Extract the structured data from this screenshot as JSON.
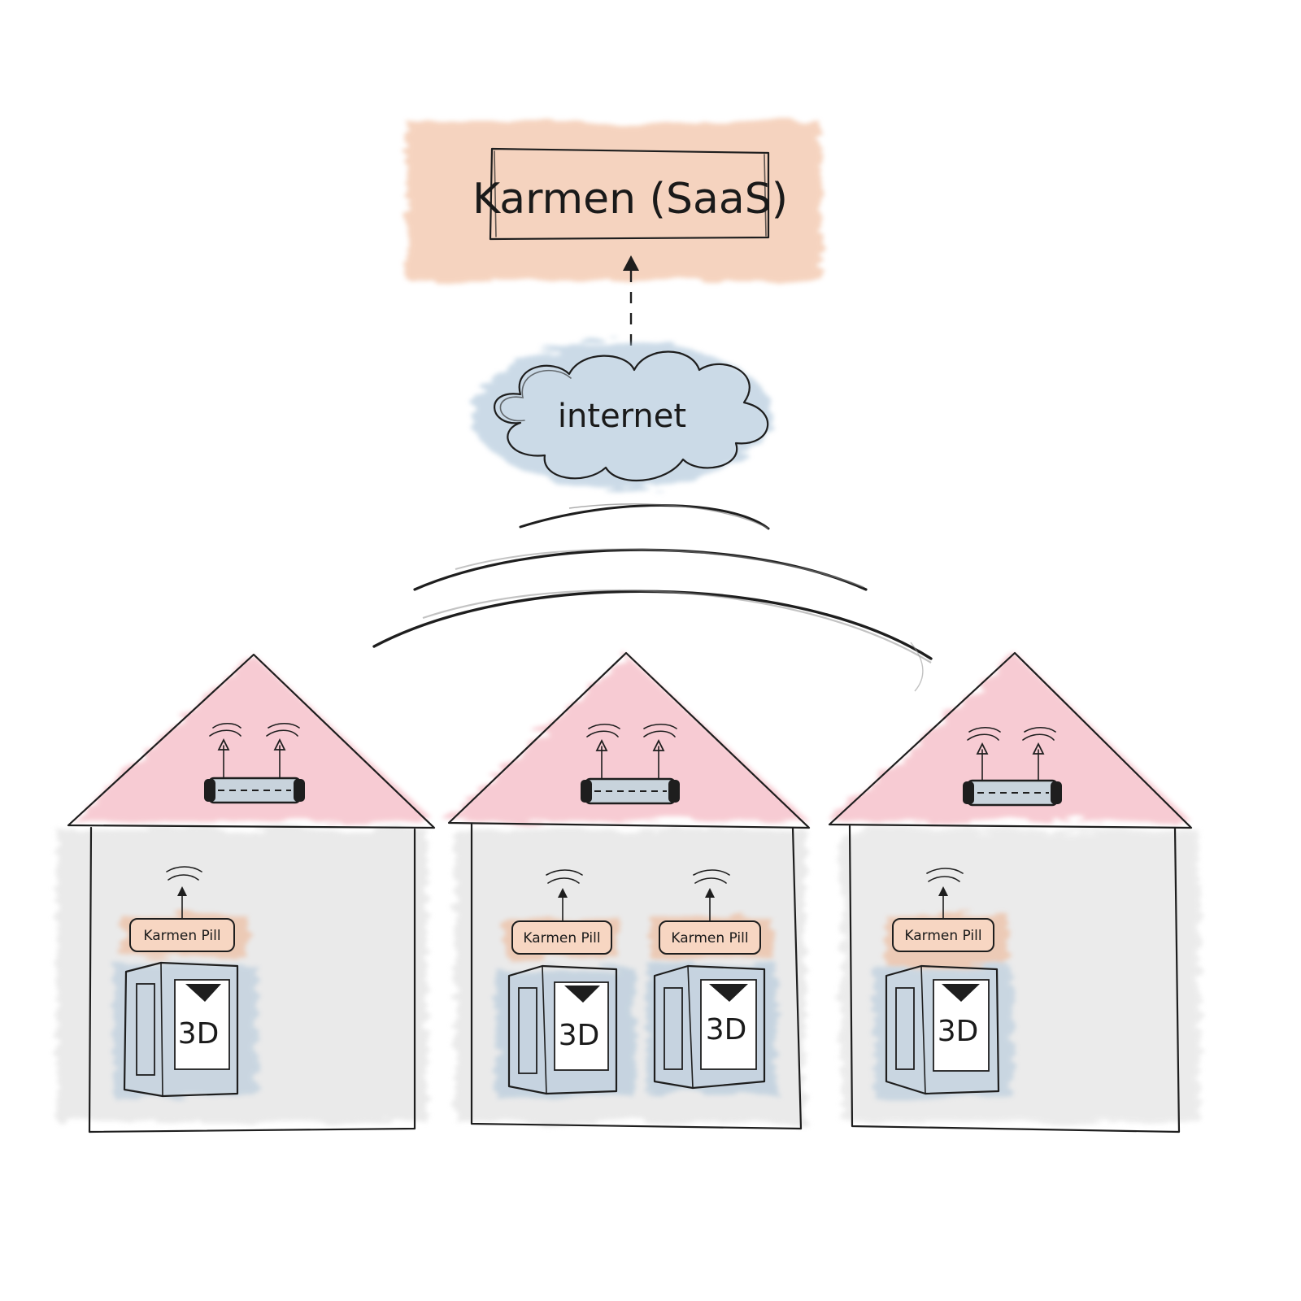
{
  "diagram": {
    "saas_label": "Karmen (SaaS)",
    "cloud_label": "internet",
    "pill_label": "Karmen Pill",
    "printer_label": "3D",
    "colors": {
      "orange_wash": "#eeb08b",
      "blue_wash": "#a9c2d8",
      "pink_wash": "#ee8e9e",
      "gray_wash": "#d9d9d9",
      "ink": "#1e1e1e"
    }
  }
}
